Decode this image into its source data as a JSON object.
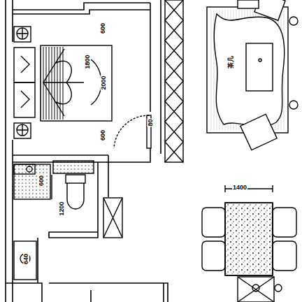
{
  "diagram": {
    "labels": [
      "600",
      "1800",
      "2000",
      "600",
      "80",
      "600",
      "1200",
      "640",
      "1400",
      "茶几"
    ]
  }
}
